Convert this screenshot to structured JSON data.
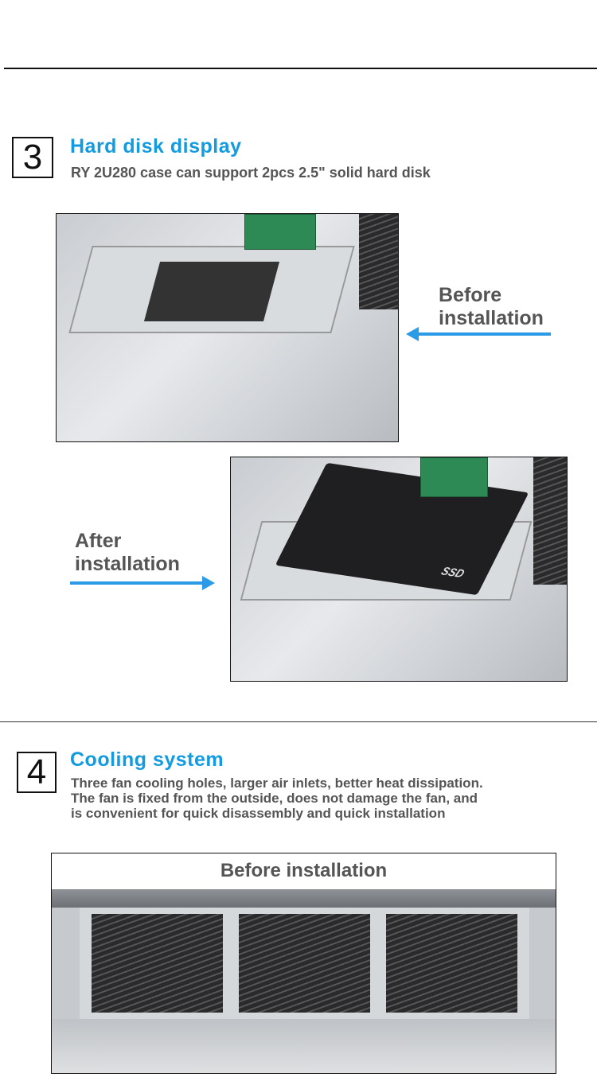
{
  "section3": {
    "number": "3",
    "title": "Hard disk display",
    "subtitle": "RY 2U280 case can support 2pcs 2.5\" solid hard disk",
    "before_label_line1": "Before",
    "before_label_line2": "installation",
    "after_label_line1": "After",
    "after_label_line2": "installation",
    "ssd_text": "SSD"
  },
  "section4": {
    "number": "4",
    "title": "Cooling system",
    "lines": [
      "Three fan cooling holes, larger air inlets, better heat dissipation.",
      "The fan is fixed from the outside, does not damage the fan, and",
      "is convenient for quick disassembly and quick installation"
    ],
    "photo_caption": "Before  installation"
  },
  "colors": {
    "accent": "#139be0",
    "arrow": "#2b9be8",
    "text": "#555555"
  }
}
